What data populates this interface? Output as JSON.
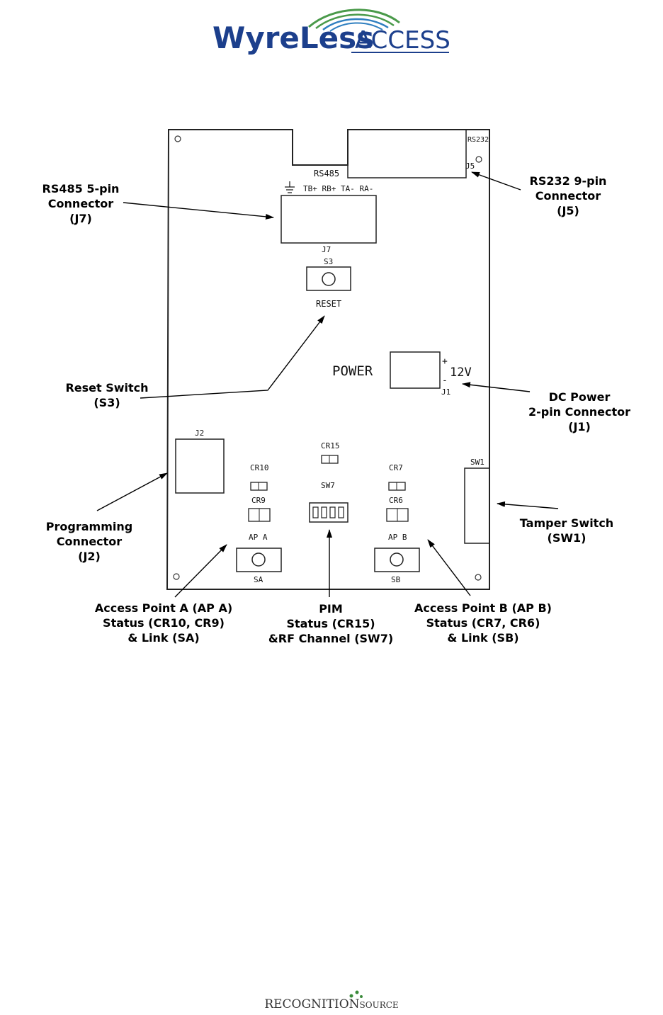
{
  "header": {
    "logo_word_1": "WyreLess",
    "logo_word_2": "ACCESS",
    "colors": {
      "logo_blue": "#1c3f8c",
      "logo_green": "#4a9a4a"
    }
  },
  "board": {
    "rs232": "RS232",
    "j5": "J5",
    "rs485": "RS485",
    "rs485_pins": "TB+ RB+ TA- RA-",
    "j7": "J7",
    "s3": "S3",
    "reset": "RESET",
    "power": "POWER",
    "plus": "+",
    "minus": "-",
    "v12": "12V",
    "j1": "J1",
    "j2": "J2",
    "cr15": "CR15",
    "cr10": "CR10",
    "cr9": "CR9",
    "sw7": "SW7",
    "cr7": "CR7",
    "cr6": "CR6",
    "sw1": "SW1",
    "ap_a": "AP A",
    "ap_b": "AP B",
    "sa": "SA",
    "sb": "SB"
  },
  "callouts": {
    "rs485": [
      "RS485 5-pin",
      "Connector",
      "(J7)"
    ],
    "rs232": [
      "RS232 9-pin",
      "Connector",
      "(J5)"
    ],
    "reset": [
      "Reset Switch",
      "(S3)"
    ],
    "dc_power": [
      "DC Power",
      "2-pin Connector",
      "(J1)"
    ],
    "programming": [
      "Programming",
      "Connector",
      "(J2)"
    ],
    "tamper": [
      "Tamper Switch",
      "(SW1)"
    ],
    "ap_a": [
      "Access Point A (AP A)",
      "Status (CR10, CR9)",
      "& Link (SA)"
    ],
    "pim": [
      "PIM",
      "Status (CR15)",
      "&RF Channel (SW7)"
    ],
    "ap_b": [
      "Access Point B (AP B)",
      "Status (CR7, CR6)",
      "& Link (SB)"
    ]
  },
  "footer": {
    "word_1": "RECOGNITION",
    "word_2": "SOURCE"
  }
}
